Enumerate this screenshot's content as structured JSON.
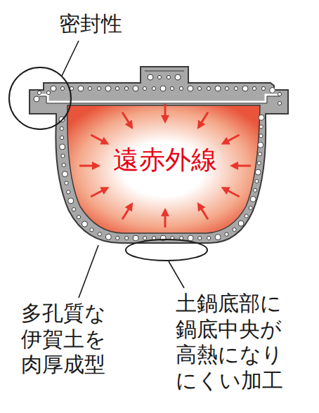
{
  "diagram": {
    "labels": [
      "密封性",
      "遠赤外線",
      "多孔質な 伊賀土を 肉厚成型",
      "土鍋底部に 鍋底中央が 高熱になり にくい加工"
    ]
  }
}
